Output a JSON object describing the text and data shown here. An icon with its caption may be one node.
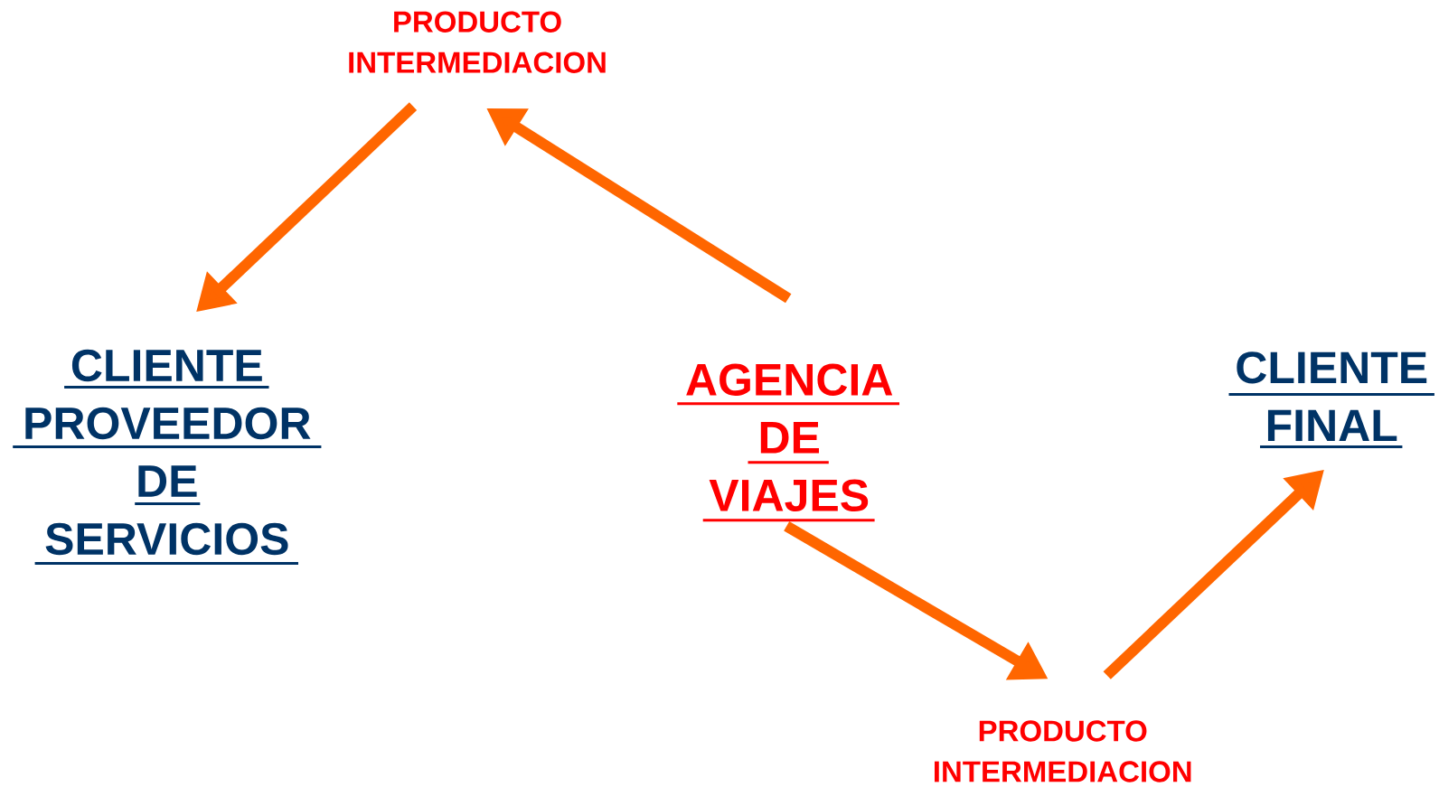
{
  "diagram": {
    "nodes": [
      {
        "text": [
          "PRODUCTO INTERMEDIACION"
        ]
      },
      {
        "text": [
          "CLIENTE PROVEEDOR DE SERVICIOS"
        ]
      },
      {
        "text": [
          "AGENCIA DE VIAJES"
        ]
      },
      {
        "text": [
          "CLIENTE FINAL"
        ]
      },
      {
        "text": [
          "PRODUCTO INTERMEDIACION"
        ]
      }
    ],
    "edges": [
      {
        "from": 2,
        "to": 0,
        "arrow": "to"
      },
      {
        "from": 0,
        "to": 1,
        "arrow": "to"
      },
      {
        "from": 2,
        "to": 4,
        "arrow": "to"
      },
      {
        "from": 4,
        "to": 3,
        "arrow": "to"
      }
    ]
  }
}
